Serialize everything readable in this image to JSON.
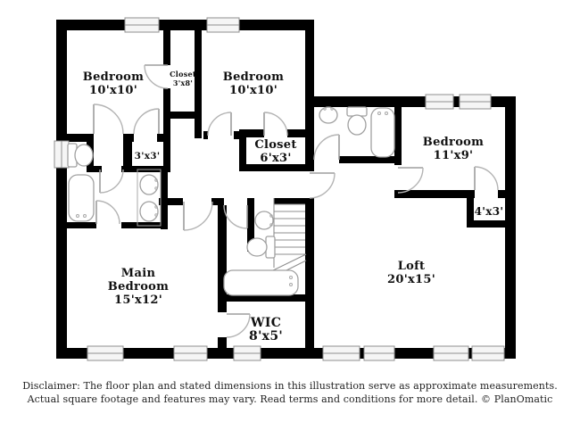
{
  "colors": {
    "wall": "#000000",
    "fixtures": "#a0a0a0",
    "door_arcs": "#b4b4b4",
    "room_text": "#111111",
    "disclaimer_text": "#222222",
    "background": "#ffffff"
  },
  "rooms": {
    "bedroom_top_left": {
      "name": "Bedroom",
      "dims": "10'x10'"
    },
    "closet_top": {
      "name": "Closet",
      "dims": "3'x8'"
    },
    "bedroom_top_middle": {
      "name": "Bedroom",
      "dims": "10'x10'"
    },
    "closet_3x3": {
      "dims": "3'x3'"
    },
    "closet_hall": {
      "name": "Closet",
      "dims": "6'x3'"
    },
    "bedroom_right": {
      "name": "Bedroom",
      "dims": "11'x9'"
    },
    "closet_4x3": {
      "dims": "4'x3'"
    },
    "main_bedroom": {
      "line1": "Main",
      "line2": "Bedroom",
      "dims": "15'x12'"
    },
    "wic": {
      "name": "WIC",
      "dims": "8'x5'"
    },
    "loft": {
      "name": "Loft",
      "dims": "20'x15'"
    }
  },
  "disclaimer": {
    "line1": "Disclaimer: The floor plan and stated dimensions in this illustration serve as approximate measurements.",
    "line2": "Actual square footage and features may vary. Read terms and conditions for more detail. © PlanOmatic"
  }
}
